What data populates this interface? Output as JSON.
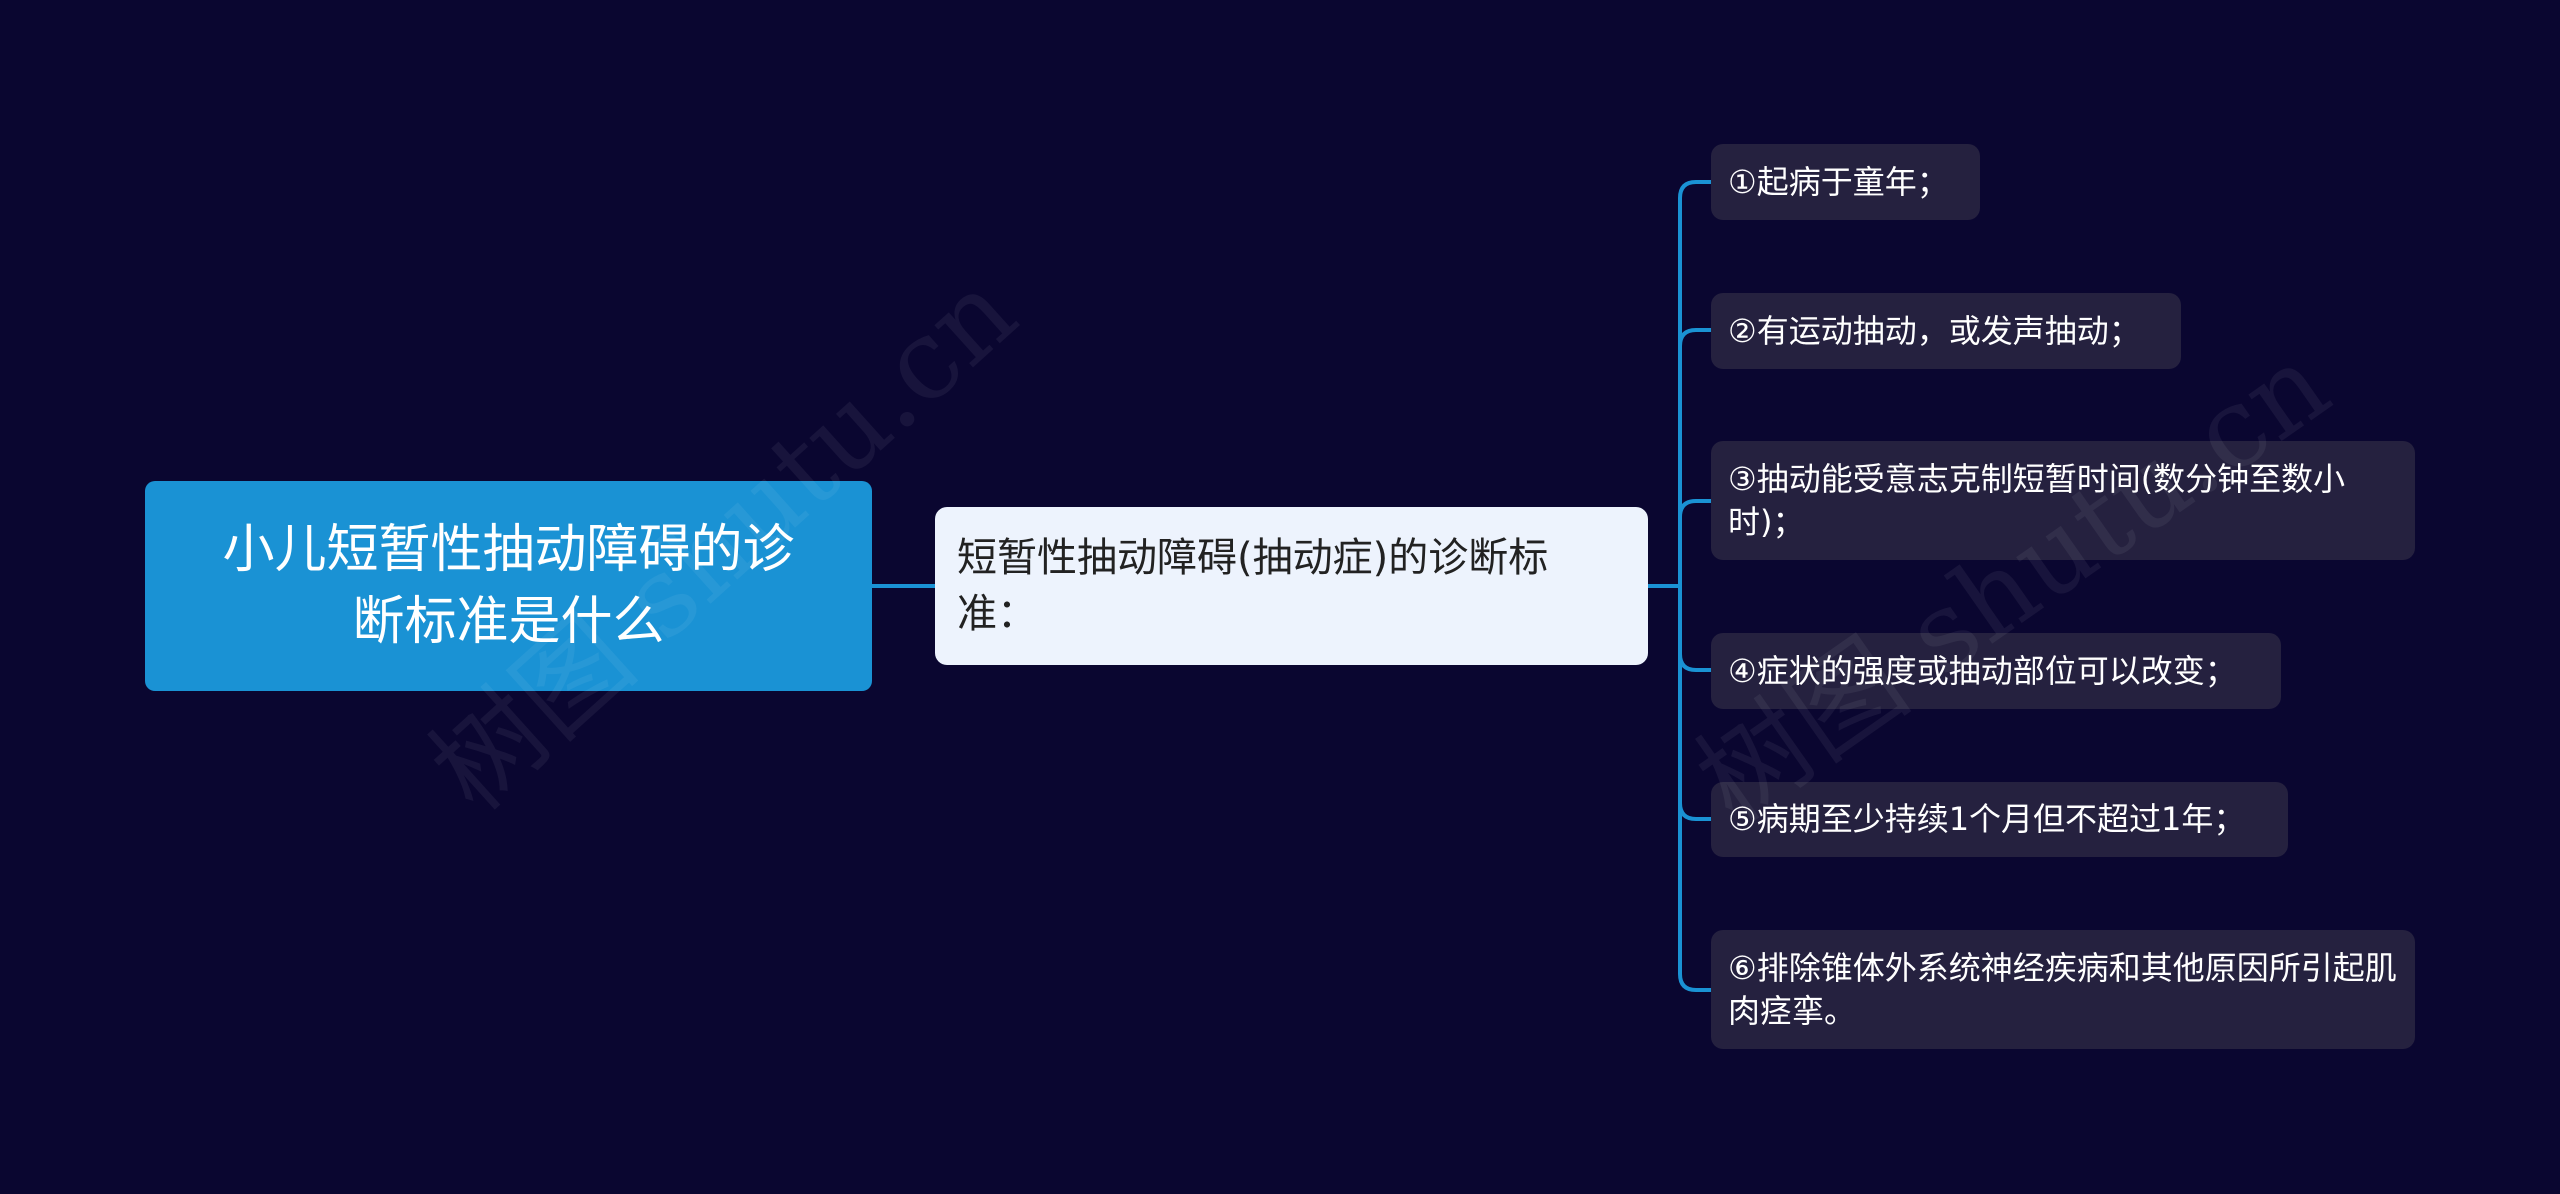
{
  "root": {
    "label": "小儿短暂性抽动障碍的诊断标准是什么",
    "line1": "小儿短暂性抽动障碍的诊",
    "line2": "断标准是什么",
    "color": "#1a92d4"
  },
  "branch": {
    "label": "短暂性抽动障碍(抽动症)的诊断标准：",
    "line1": "短暂性抽动障碍(抽动症)的诊断标",
    "line2": "准：",
    "color": "#edf3fd"
  },
  "leaves": [
    {
      "label": "①起病于童年；"
    },
    {
      "label": "②有运动抽动，或发声抽动；"
    },
    {
      "label": "③抽动能受意志克制短暂时间(数分钟至数小时)；"
    },
    {
      "label": "④症状的强度或抽动部位可以改变；"
    },
    {
      "label": "⑤病期至少持续1个月但不超过1年；"
    },
    {
      "label": "⑥排除锥体外系统神经疾病和其他原因所引起肌肉痉挛。"
    }
  ],
  "watermark": {
    "text1": "树图 shutu.cn",
    "text2": "树图 shutu.cn"
  },
  "colors": {
    "background": "#0a0630",
    "connector": "#1a92d4",
    "leaf_bg": "#25213f"
  }
}
